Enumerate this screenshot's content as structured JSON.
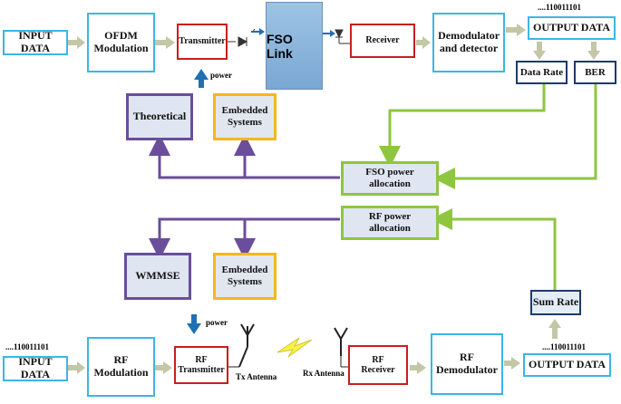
{
  "fso": {
    "input_data": "INPUT DATA",
    "ofdm_modulation": "OFDM Modulation",
    "transmitter": "Transmitter",
    "power_label": "power",
    "fso_link": "FSO Link",
    "receiver": "Receiver",
    "demodulator": "Demodulator and detector",
    "output_bits": "....110011101",
    "output_data": "OUTPUT DATA",
    "data_rate": "Data Rate",
    "ber": "BER"
  },
  "control": {
    "theoretical": "Theoretical",
    "embedded_top": "Embedded Systems",
    "fso_power_allocation": "FSO power allocation",
    "rf_power_allocation": "RF power allocation",
    "wmmse": "WMMSE",
    "embedded_bottom": "Embedded Systems",
    "sum_rate": "Sum Rate"
  },
  "rf": {
    "input_bits": "....110011101",
    "input_data": "INPUT DATA",
    "rf_modulation": "RF Modulation",
    "power_label": "power",
    "rf_transmitter": "RF Transmitter",
    "tx_antenna": "Tx Antenna",
    "rx_antenna": "Rx Antenna",
    "rf_receiver": "RF Receiver",
    "rf_demodulator": "RF Demodulator",
    "output_bits": "....110011101",
    "output_data": "OUTPUT DATA"
  },
  "colors": {
    "cyan": "#3cb6e6",
    "red": "#c81e1e",
    "navy": "#1e3a6e",
    "purple": "#6a4e9c",
    "orange": "#f5b71e",
    "green": "#8ec63f",
    "fso_fill": "#8db6dc",
    "power_arrow": "#1f6fb5"
  }
}
